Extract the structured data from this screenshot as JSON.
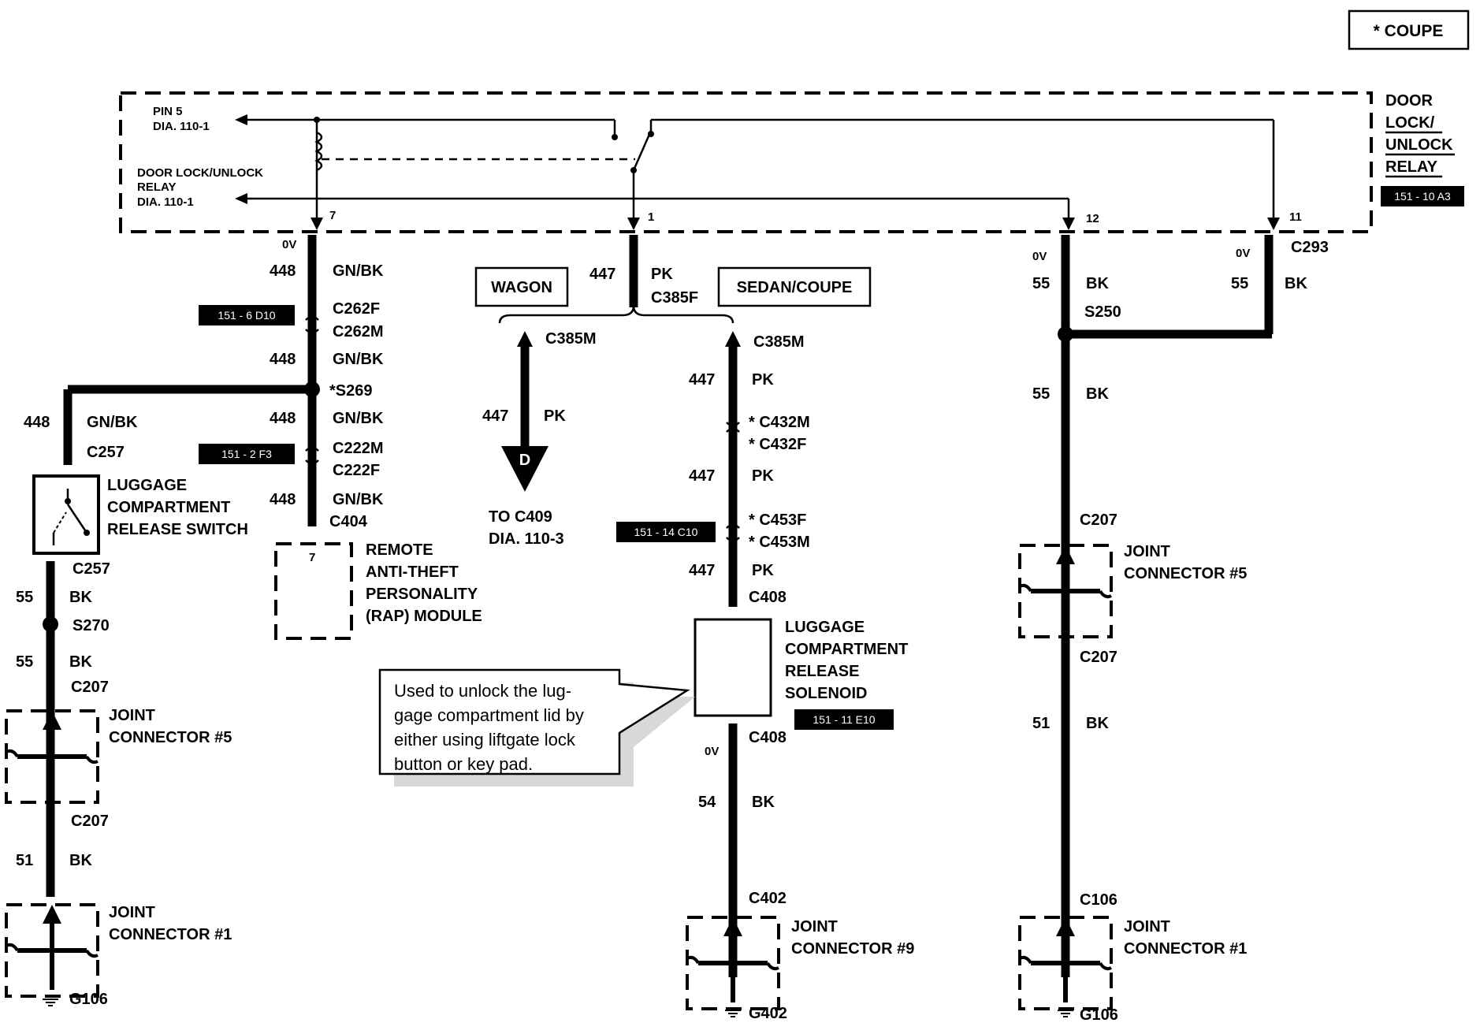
{
  "legend": {
    "coupe": "* COUPE"
  },
  "relay": {
    "title_lines": [
      "DOOR",
      "LOCK/",
      "UNLOCK",
      "RELAY"
    ],
    "ref": "151 - 10 A3",
    "pin5_lines": [
      "PIN 5",
      "DIA. 110-1"
    ],
    "relay_ref_lines": [
      "DOOR LOCK/UNLOCK",
      "RELAY",
      "DIA. 110-1"
    ],
    "pins": [
      "7",
      "1",
      "12",
      "11"
    ]
  },
  "left": {
    "volt": "0V",
    "w1": {
      "num": "448",
      "color": "GN/BK"
    },
    "c262f": "C262F",
    "c262m": "C262M",
    "ref1": "151 - 6 D10",
    "w2": {
      "num": "448",
      "color": "GN/BK"
    },
    "s269": "*S269",
    "w3": {
      "num": "448",
      "color": "GN/BK"
    },
    "c222m": "C222M",
    "c222f": "C222F",
    "ref2": "151 - 2 F3",
    "w4": {
      "num": "448",
      "color": "GN/BK"
    },
    "c404": "C404",
    "rap_pin": "7",
    "rap_lines": [
      "REMOTE",
      "ANTI-THEFT",
      "PERSONALITY",
      "(RAP) MODULE"
    ]
  },
  "farleft": {
    "w1": {
      "num": "448",
      "color": "GN/BK"
    },
    "c257a": "C257",
    "switch_lines": [
      "LUGGAGE",
      "COMPARTMENT",
      "RELEASE SWITCH"
    ],
    "c257b": "C257",
    "w2": {
      "num": "55",
      "color": "BK"
    },
    "s270": "S270",
    "w3": {
      "num": "55",
      "color": "BK"
    },
    "c207a": "C207",
    "jc5_lines": [
      "JOINT",
      "CONNECTOR #5"
    ],
    "c207b": "C207",
    "w4": {
      "num": "51",
      "color": "BK"
    },
    "jc1_lines": [
      "JOINT",
      "CONNECTOR #1"
    ],
    "g106": "G106"
  },
  "center": {
    "w1": {
      "num": "447",
      "color": "PK"
    },
    "c385f": "C385F",
    "wagon": "WAGON",
    "sedan": "SEDAN/COUPE",
    "c385m_left": "C385M",
    "wl": {
      "num": "447",
      "color": "PK"
    },
    "arrow_letter": "D",
    "to_lines": [
      "TO C409",
      "DIA. 110-3"
    ],
    "c385m_right": "C385M",
    "w2": {
      "num": "447",
      "color": "PK"
    },
    "c432m": "* C432M",
    "c432f": "* C432F",
    "w3": {
      "num": "447",
      "color": "PK"
    },
    "c453f": "* C453F",
    "c453m": "* C453M",
    "ref": "151 - 14 C10",
    "w4": {
      "num": "447",
      "color": "PK"
    },
    "c408a": "C408",
    "solenoid_lines": [
      "LUGGAGE",
      "COMPARTMENT",
      "RELEASE",
      "SOLENOID"
    ],
    "sol_ref": "151 - 11 E10",
    "c408b": "C408",
    "volt": "0V",
    "w5": {
      "num": "54",
      "color": "BK"
    },
    "c402": "C402",
    "jc9_lines": [
      "JOINT",
      "CONNECTOR #9"
    ],
    "g402": "G402"
  },
  "note_lines": [
    "Used to unlock the lug-",
    "gage compartment lid  by",
    "either using  liftgate lock",
    "button or key pad."
  ],
  "right": {
    "volt_a": "0V",
    "volt_b": "0V",
    "wa": {
      "num": "55",
      "color": "BK"
    },
    "wb": {
      "num": "55",
      "color": "BK"
    },
    "c293": "C293",
    "s250": "S250",
    "w2": {
      "num": "55",
      "color": "BK"
    },
    "c207a": "C207",
    "jc5_lines": [
      "JOINT",
      "CONNECTOR #5"
    ],
    "c207b": "C207",
    "w3": {
      "num": "51",
      "color": "BK"
    },
    "c106": "C106",
    "jc1_lines": [
      "JOINT",
      "CONNECTOR #1"
    ],
    "g106": "G106"
  }
}
